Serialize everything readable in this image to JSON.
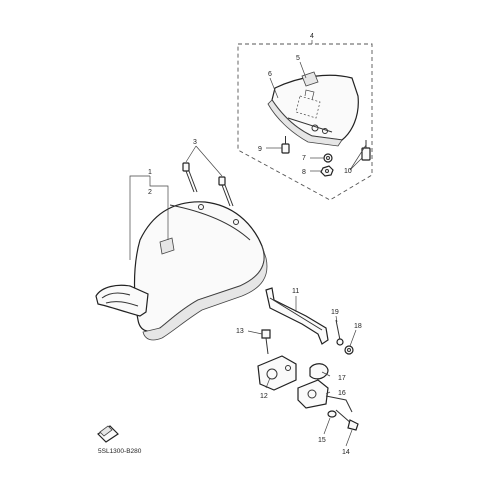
{
  "callouts": {
    "c1": "1",
    "c2": "2",
    "c3": "3",
    "c4": "4",
    "c5": "5",
    "c6": "6",
    "c7": "7",
    "c8": "8",
    "c9": "9",
    "c10": "10",
    "c11": "11",
    "c12": "12",
    "c13": "13",
    "c14": "14",
    "c15": "15",
    "c16": "16",
    "c17": "17",
    "c18": "18",
    "c19": "19"
  },
  "diagram_code": "5SL1300-B280"
}
